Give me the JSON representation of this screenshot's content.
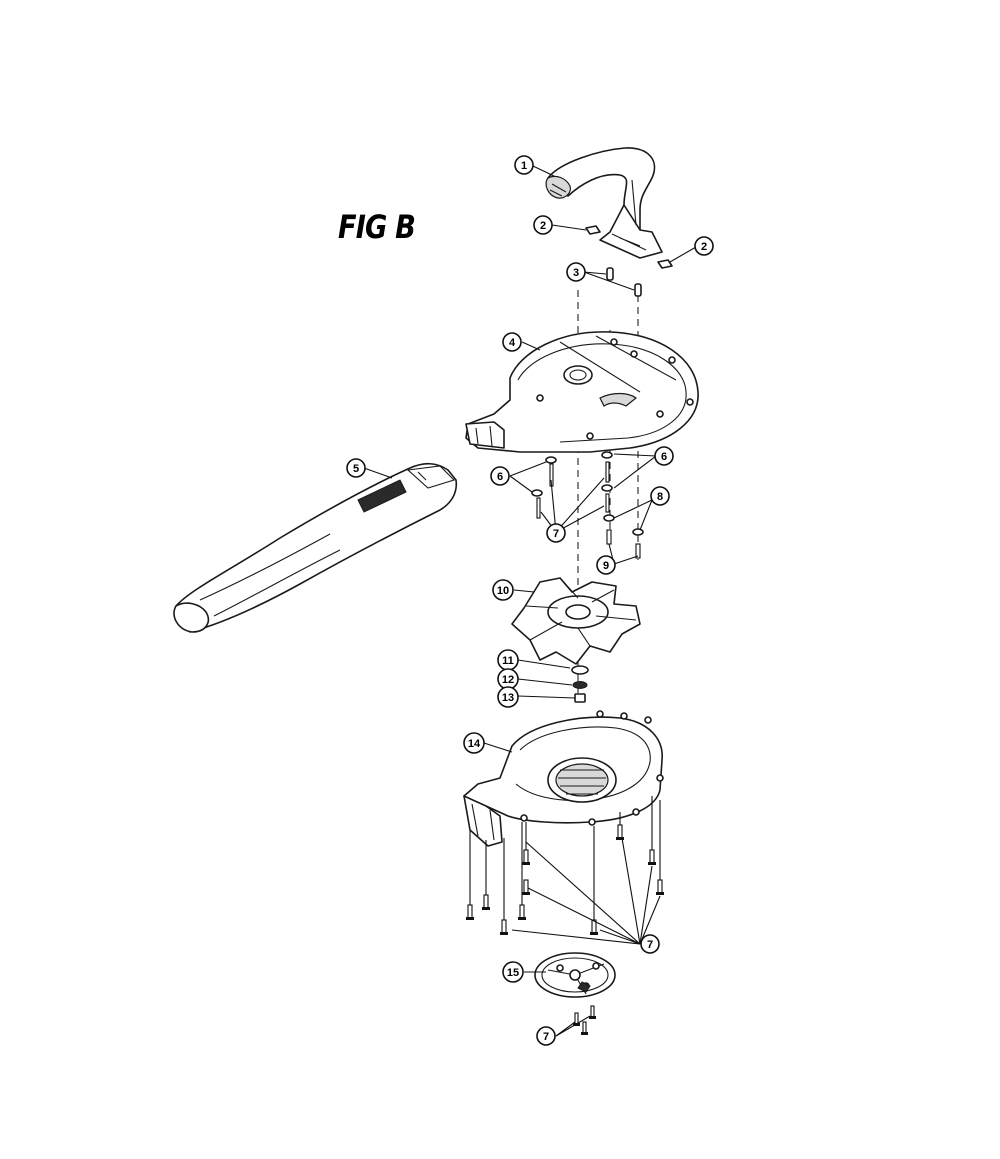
{
  "figure": {
    "title": "FIG B"
  },
  "callouts": [
    {
      "id": "c1",
      "label": "1"
    },
    {
      "id": "c2a",
      "label": "2"
    },
    {
      "id": "c2b",
      "label": "2"
    },
    {
      "id": "c3",
      "label": "3"
    },
    {
      "id": "c4",
      "label": "4"
    },
    {
      "id": "c5",
      "label": "5"
    },
    {
      "id": "c6a",
      "label": "6"
    },
    {
      "id": "c6b",
      "label": "6"
    },
    {
      "id": "c7a",
      "label": "7"
    },
    {
      "id": "c8",
      "label": "8"
    },
    {
      "id": "c9",
      "label": "9"
    },
    {
      "id": "c10",
      "label": "10"
    },
    {
      "id": "c11",
      "label": "11"
    },
    {
      "id": "c12",
      "label": "12"
    },
    {
      "id": "c13",
      "label": "13"
    },
    {
      "id": "c14",
      "label": "14"
    },
    {
      "id": "c7b",
      "label": "7"
    },
    {
      "id": "c15",
      "label": "15"
    },
    {
      "id": "c7c",
      "label": "7"
    }
  ]
}
